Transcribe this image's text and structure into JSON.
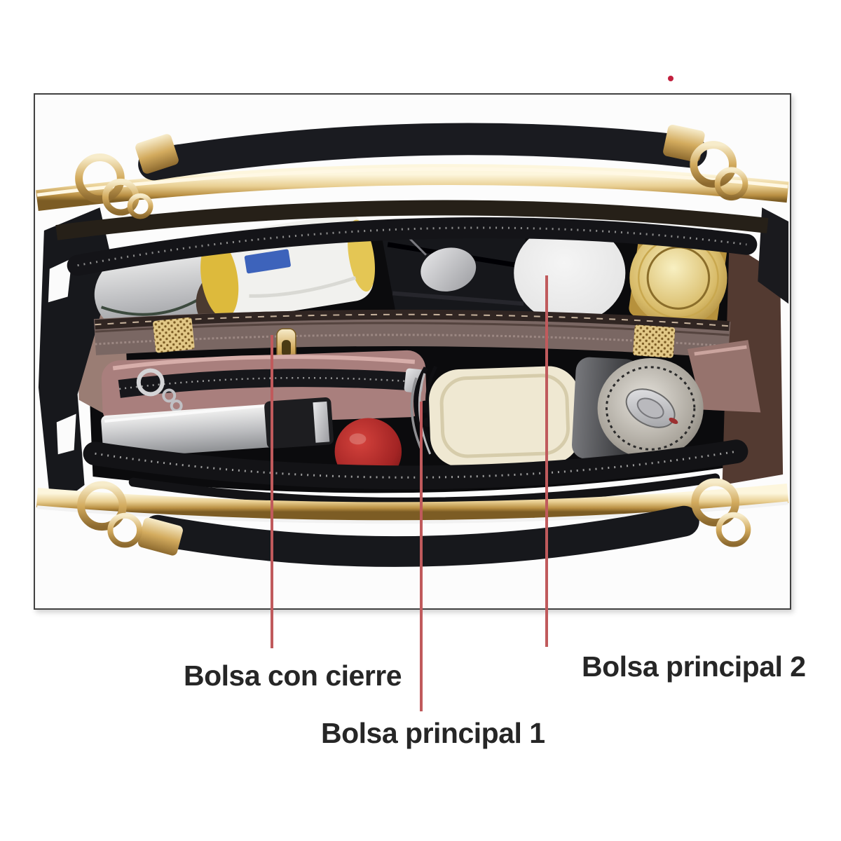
{
  "photo": {
    "border_color": "#414141",
    "background": "#fcfcfc"
  },
  "callouts": [
    {
      "id": "zip-pocket",
      "label": "Bolsa con cierre"
    },
    {
      "id": "main-pocket-1",
      "label": "Bolsa principal 1"
    },
    {
      "id": "main-pocket-2",
      "label": "Bolsa principal 2"
    }
  ],
  "annotation_style": {
    "line_color": "#c05a5c",
    "text_color": "#262626"
  },
  "accent_dot": {
    "color": "#c2203e"
  },
  "bag": {
    "item_names": [
      "top-handle",
      "gold-frame",
      "steel-pot",
      "tissue-pack",
      "folded-umbrella",
      "white-jar",
      "gold-can",
      "divider-zip-pocket",
      "gold-zipper-pull",
      "zip-wallet",
      "camera",
      "red-cherry",
      "drawstring-cord",
      "cream-box",
      "turnlock-case",
      "thermos-cylinder",
      "bottom-handle"
    ],
    "colors": {
      "leather_black": "#17181c",
      "gold": "#d3ab5e",
      "gold_light": "#f7eccb",
      "lining_mauve": "#9a7d74",
      "lining_pink": "#a97f7d",
      "interior_dark": "#0b0b0d"
    }
  }
}
